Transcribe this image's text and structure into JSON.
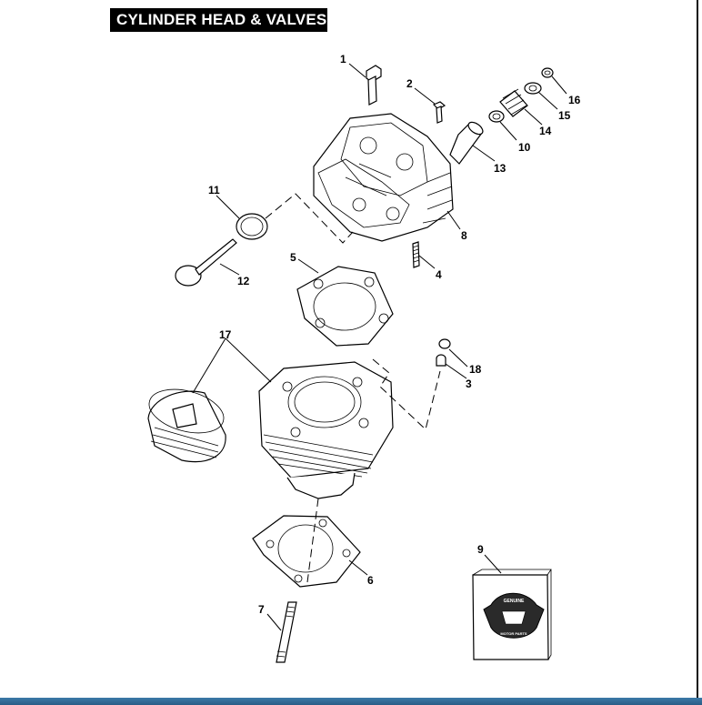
{
  "title": "CYLINDER HEAD & VALVES",
  "callouts": {
    "c1": "1",
    "c2": "2",
    "c3": "3",
    "c4": "4",
    "c5": "5",
    "c6": "6",
    "c7": "7",
    "c8": "8",
    "c9": "9",
    "c10": "10",
    "c11": "11",
    "c12": "12",
    "c13": "13",
    "c14": "14",
    "c15": "15",
    "c16": "16",
    "c17": "17",
    "c18": "18"
  },
  "parts_box": {
    "logo_top": "GENUINE",
    "logo_bottom": "MOTOR PARTS"
  },
  "colors": {
    "title_bg": "#000000",
    "title_fg": "#ffffff",
    "strip": "#2f6792"
  }
}
